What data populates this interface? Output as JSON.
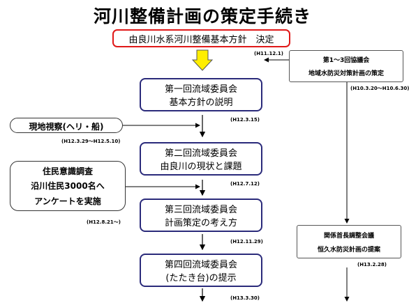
{
  "title": "河川整備計画の策定手続き",
  "decision": {
    "label": "由良川水系河川整備基本方針　決定",
    "date": "(H11.12.1)"
  },
  "councils": [
    {
      "line1": "第一回流域委員会",
      "line2": "基本方針の説明",
      "date": "(H12.3.15)"
    },
    {
      "line1": "第二回流域委員会",
      "line2": "由良川の現状と課題",
      "date": "(H12.7.12)"
    },
    {
      "line1": "第三回流域委員会",
      "line2": "計画策定の考え方",
      "date": "(H12.11.29)"
    },
    {
      "line1": "第四回流域委員会",
      "line2": "(たたき台)の提示",
      "date": "(H13.3.30)"
    }
  ],
  "left_notes": [
    {
      "lines": [
        "現地視察(ヘリ・船)"
      ],
      "date": "(H12.3.29〜H12.5.10)"
    },
    {
      "lines": [
        "住民意識調査",
        "沿川住民3000名へ",
        "アンケートを実施"
      ],
      "date": "(H12.8.21〜)"
    }
  ],
  "right_notes": [
    {
      "line1": "第1〜3回協議会",
      "line2": "地域水防災対策計画の策定",
      "date": "(H10.3.20〜H10.6.30)"
    },
    {
      "line1": "関係首長調整会議",
      "line2": "恒久水防災計画の提案",
      "date": "(H13.2.28)"
    }
  ],
  "colors": {
    "decision_border": "#e01818",
    "council_border": "#2a2a7a",
    "arrow_fill": "#ffee00"
  }
}
